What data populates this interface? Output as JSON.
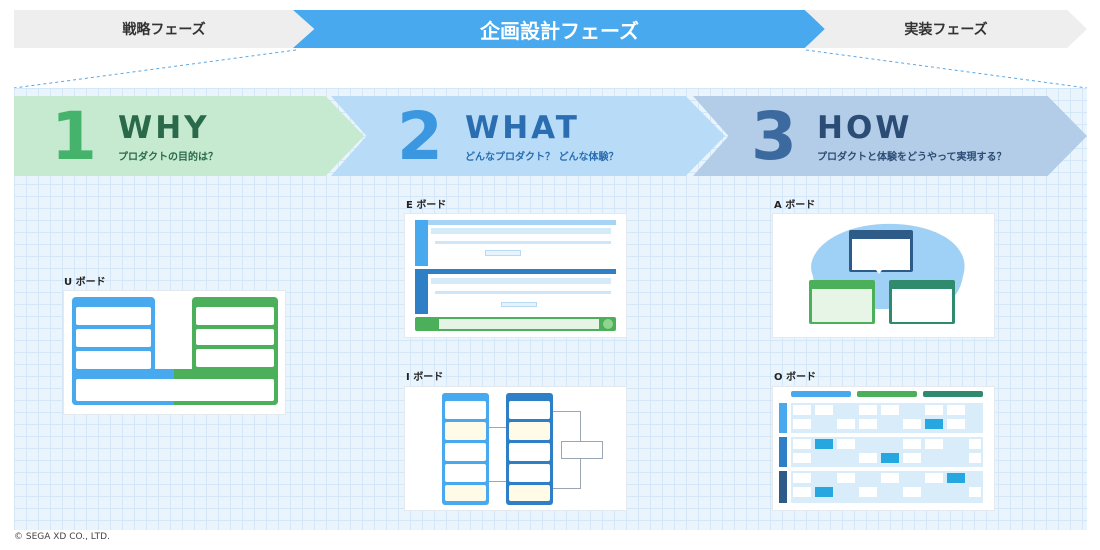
{
  "phases": {
    "strategy": "戦略フェーズ",
    "planning": "企画設計フェーズ",
    "implementation": "実装フェーズ"
  },
  "steps": [
    {
      "number": "1",
      "title": "WHY",
      "subtitle": "プロダクトの目的は？"
    },
    {
      "number": "2",
      "title": "WHAT",
      "subtitle": "どんなプロダクト？ どんな体験？"
    },
    {
      "number": "3",
      "title": "HOW",
      "subtitle": "プロダクトと体験をどうやって実現する？"
    }
  ],
  "boards": {
    "u": "U ボード",
    "e": "E ボード",
    "i": "I ボード",
    "a": "A ボード",
    "o": "O ボード"
  },
  "copyright": "© SEGA XD CO., LTD.",
  "colors": {
    "phase_active": "#49a9ee",
    "phase_inactive": "#eeeeee",
    "why": "#45b36b",
    "what": "#3b97e0",
    "how": "#3c6a9e"
  }
}
